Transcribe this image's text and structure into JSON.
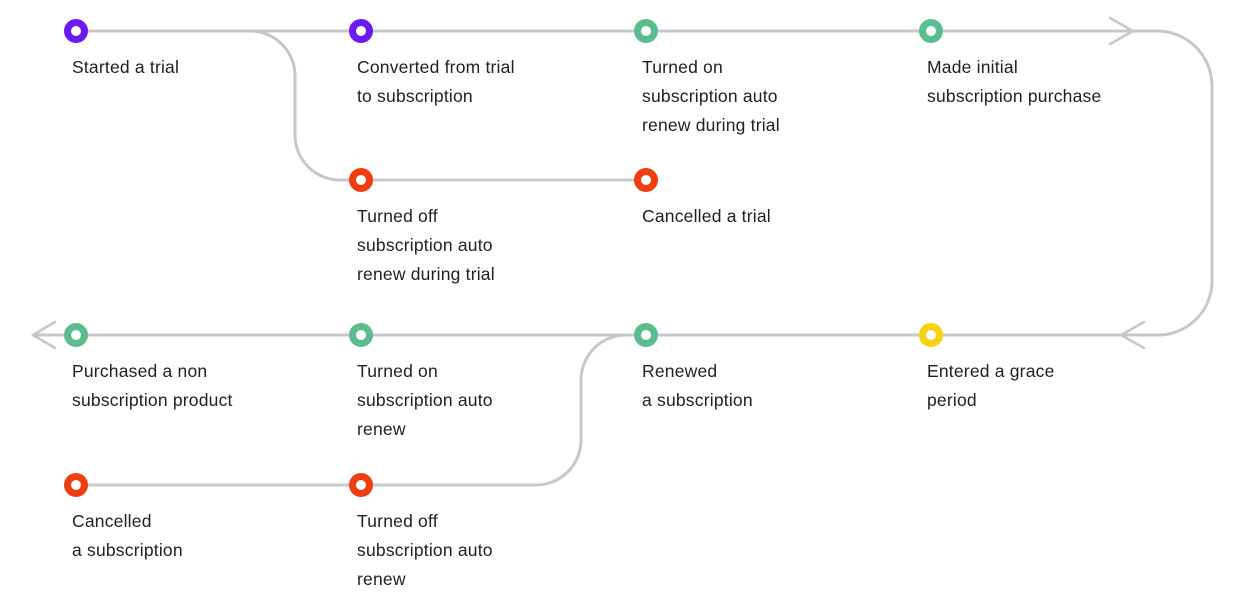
{
  "colors": {
    "purple": "#6d19f2",
    "green": "#5bbd8d",
    "red": "#f13c10",
    "yellow": "#f7d211",
    "line": "#c7c7c7",
    "text": "#212121"
  },
  "nodes": [
    {
      "id": "started-a-trial",
      "label": "Started a trial",
      "color": "purple"
    },
    {
      "id": "converted-from-trial-to-subscription",
      "label": "Converted from trial\nto subscription",
      "color": "purple"
    },
    {
      "id": "turned-on-subscription-auto-renew-during-trial",
      "label": "Turned on\nsubscription auto\nrenew during trial",
      "color": "green"
    },
    {
      "id": "made-initial-subscription-purchase",
      "label": "Made initial\nsubscription purchase",
      "color": "green"
    },
    {
      "id": "turned-off-subscription-auto-renew-during-trial",
      "label": "Turned off\nsubscription auto\nrenew during trial",
      "color": "red"
    },
    {
      "id": "cancelled-a-trial",
      "label": "Cancelled a trial",
      "color": "red"
    },
    {
      "id": "purchased-a-non-subscription-product",
      "label": "Purchased a non\nsubscription product",
      "color": "green"
    },
    {
      "id": "turned-on-subscription-auto-renew",
      "label": "Turned on\nsubscription auto\nrenew",
      "color": "green"
    },
    {
      "id": "renewed-a-subscription",
      "label": "Renewed\na subscription",
      "color": "green"
    },
    {
      "id": "entered-a-grace-period",
      "label": "Entered a grace\nperiod",
      "color": "yellow"
    },
    {
      "id": "cancelled-a-subscription",
      "label": "Cancelled\na subscription",
      "color": "red"
    },
    {
      "id": "turned-off-subscription-auto-renew",
      "label": "Turned off\nsubscription auto\nrenew",
      "color": "red"
    }
  ]
}
